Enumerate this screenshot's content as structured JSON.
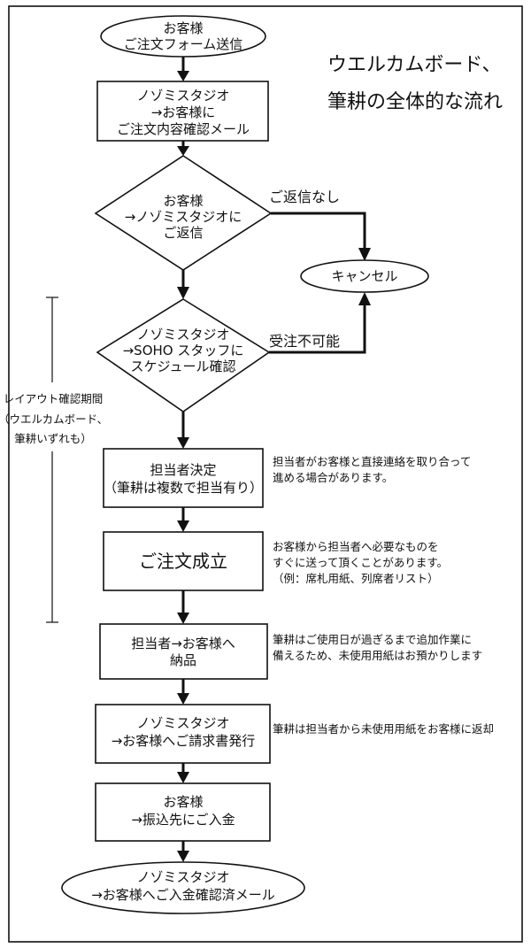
{
  "title": [
    "ウエルカムボード、",
    "筆耕の全体的な流れ"
  ],
  "nodes": {
    "form": [
      "お客様",
      "ご注文フォーム送信"
    ],
    "confirm_mail": [
      "ノゾミスタジオ",
      "→お客様に",
      "ご注文内容確認メール"
    ],
    "reply": [
      "お客様",
      "→ノゾミスタジオに",
      "ご返信"
    ],
    "cancel": [
      "キャンセル"
    ],
    "schedule": [
      "ノゾミスタジオ",
      "→SOHO スタッフに",
      "スケジュール確認"
    ],
    "assign": [
      "担当者決定",
      "（筆耕は複数で担当有り）"
    ],
    "order": [
      "ご注文成立"
    ],
    "deliver": [
      "担当者→お客様へ",
      "納品"
    ],
    "invoice": [
      "ノゾミスタジオ",
      "→お客様へご請求書発行"
    ],
    "payment": [
      "お客様",
      "→振込先にご入金"
    ],
    "paid_mail": [
      "ノゾミスタジオ",
      "→お客様へご入金確認済メール"
    ]
  },
  "edge_labels": {
    "no_reply": "ご返信なし",
    "not_possible": "受注不可能"
  },
  "notes": {
    "assign": [
      "担当者がお客様と直接連絡を取り合って",
      "進める場合があります。"
    ],
    "order": [
      "お客様から担当者へ必要なものを",
      "すぐに送って頂くことがあります。",
      "（例：席札用紙、列席者リスト）"
    ],
    "deliver": [
      "筆耕はご使用日が過ぎるまで追加作業に",
      "備えるため、未使用用紙はお預かりします"
    ],
    "invoice": [
      "筆耕は担当者から未使用用紙をお客様に返却"
    ]
  },
  "period": [
    "レイアウト確認期間",
    "（ウエルカムボード、",
    "筆耕いずれも）"
  ]
}
